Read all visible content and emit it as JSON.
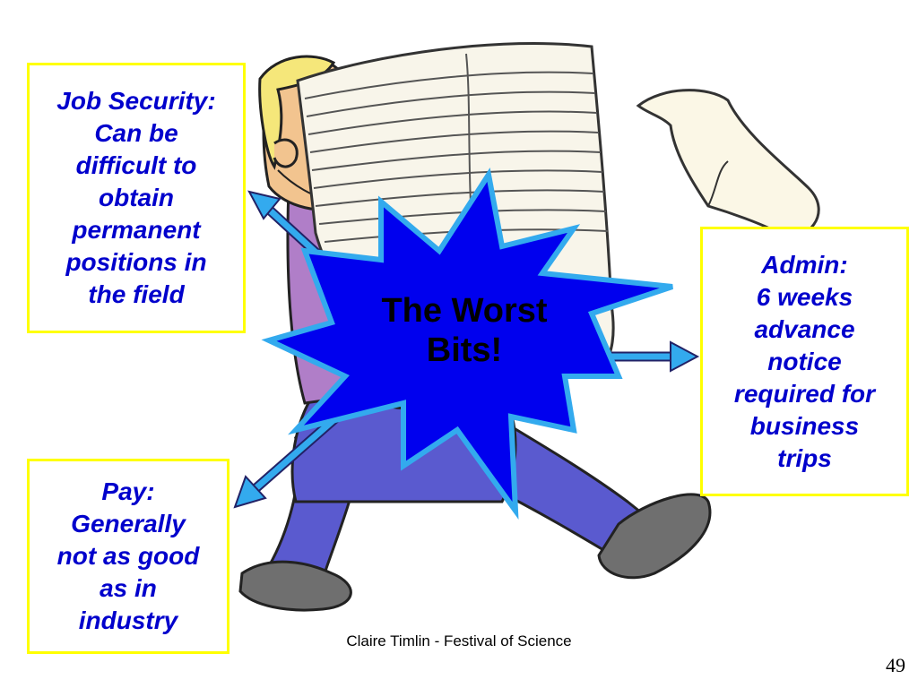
{
  "colors": {
    "box_border": "#ffff00",
    "box_text": "#0000cc",
    "burst_fill": "#0000ee",
    "burst_stroke": "#33aaee",
    "arrow_fill": "#33aaee"
  },
  "illustration": {
    "icon": "man-carrying-paper-stack-icon"
  },
  "callouts": {
    "job_security": {
      "title": "Job Security:",
      "lines": [
        "Can be",
        "difficult to",
        "obtain",
        "permanent",
        "positions in",
        "the field"
      ]
    },
    "admin": {
      "title": "Admin:",
      "lines": [
        "6 weeks",
        "advance",
        "notice",
        "required for",
        "business",
        "trips"
      ]
    },
    "pay": {
      "title": "Pay:",
      "lines": [
        "Generally",
        "not as good",
        "as in",
        "industry"
      ]
    }
  },
  "burst": {
    "line1": "The Worst",
    "line2": "Bits!"
  },
  "footer": {
    "text": "Claire Timlin - Festival of Science"
  },
  "slide": {
    "number": "49"
  }
}
